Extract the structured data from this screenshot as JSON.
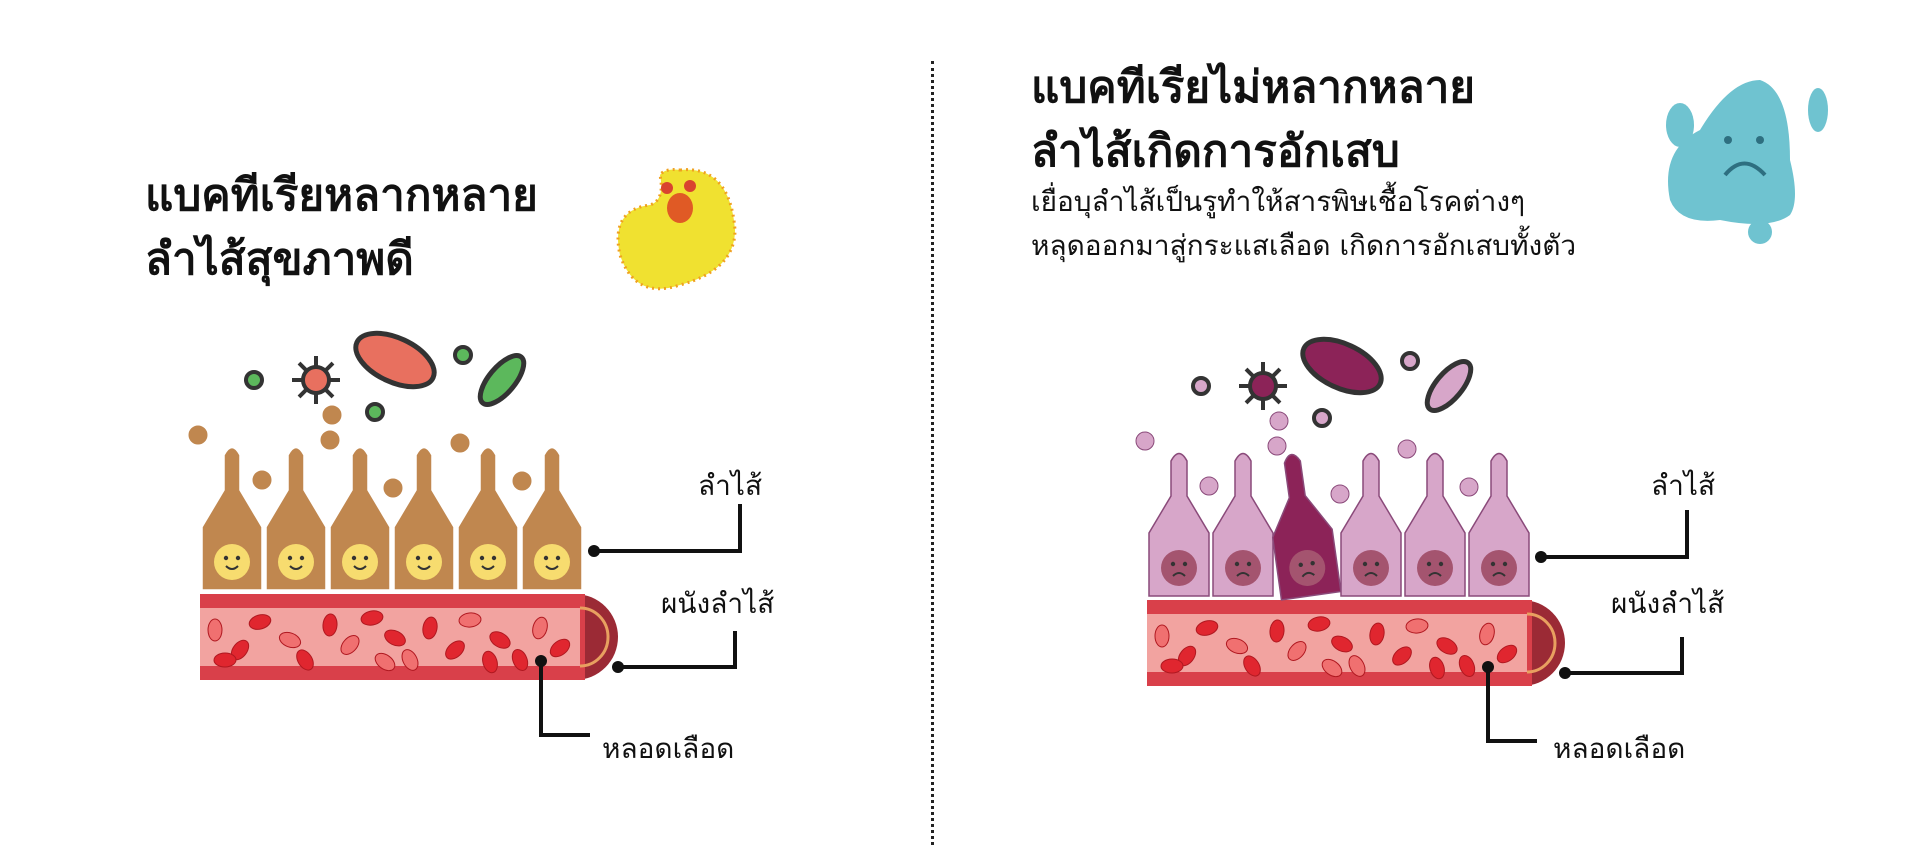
{
  "left": {
    "title_lines": [
      "แบคทีเรียหลากหลาย",
      "ลำไส้สุขภาพดี"
    ],
    "labels": {
      "intestine": "ลำไส้",
      "intestinal_wall": "ผนังลำไส้",
      "blood_vessel": "หลอดเลือด"
    },
    "colors": {
      "cell": "#c0874f",
      "face": "#f7dc6f",
      "bacteria_red": "#e8705f",
      "bacteria_green": "#5cb85c"
    }
  },
  "right": {
    "title_lines": [
      "แบคทีเรียไม่หลากหลาย",
      "ลำไส้เกิดการอักเสบ"
    ],
    "subtitle_lines": [
      "เยื่อบุลำไส้เป็นรูทำให้สารพิษเชื้อโรคต่างๆ",
      "หลุดออกมาสู่กระแสเลือด เกิดการอักเสบทั้งตัว"
    ],
    "labels": {
      "intestine": "ลำไส้",
      "intestinal_wall": "ผนังลำไส้",
      "blood_vessel": "หลอดเลือด"
    },
    "colors": {
      "cell": "#d7a6c9",
      "damaged_cell": "#8c2358",
      "face": "#a4546f",
      "bacteria": "#8c2358"
    }
  }
}
